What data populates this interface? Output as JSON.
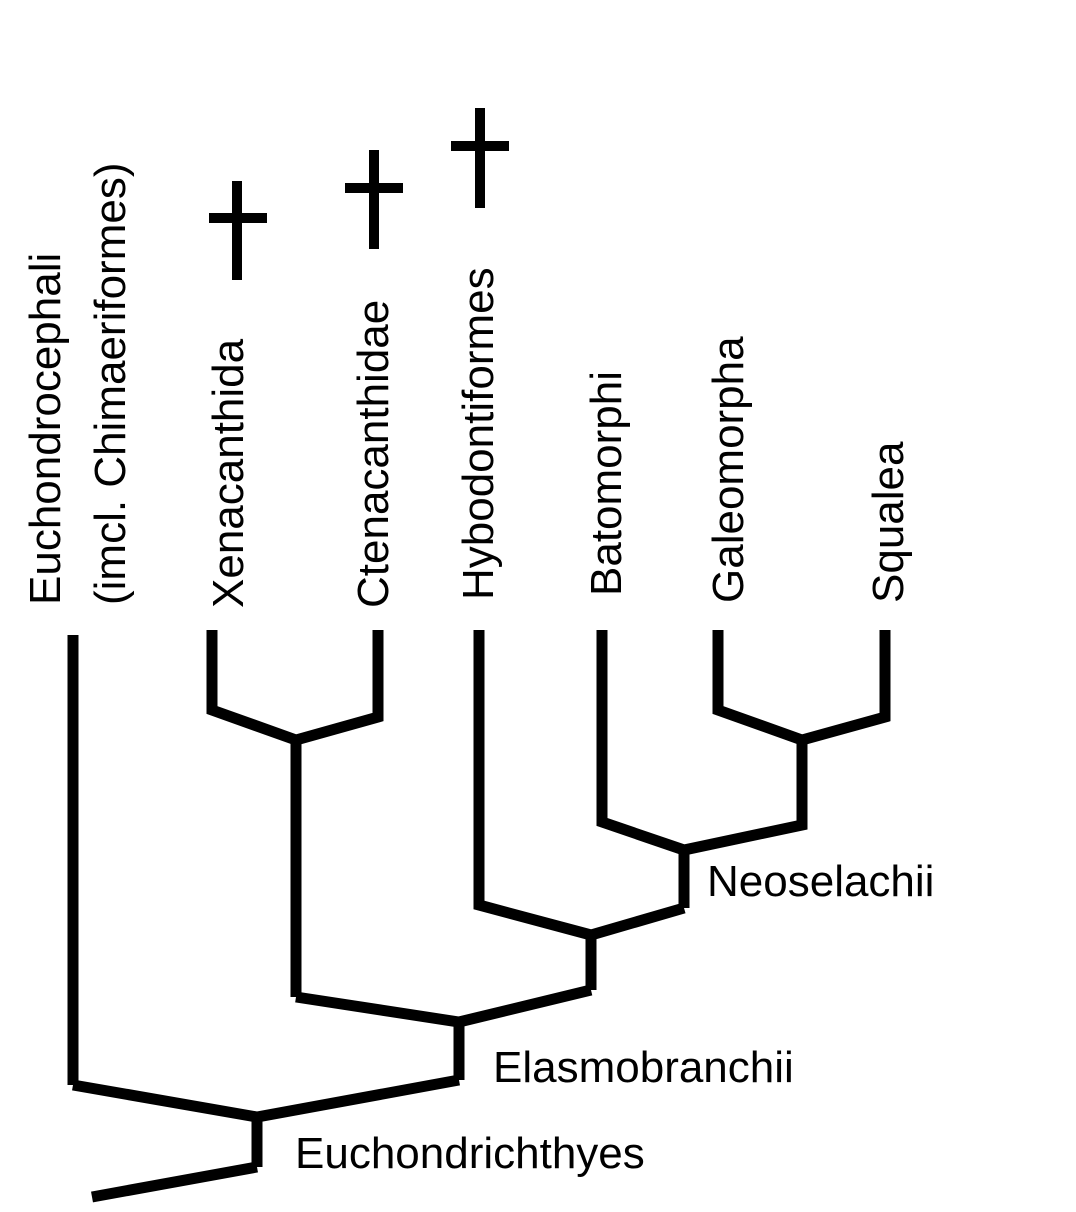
{
  "taxa": [
    {
      "line1": "Euchondrocephali",
      "line2": "(imcl. Chimaeriformes)",
      "extinct": false
    },
    {
      "line1": "Xenacanthida",
      "extinct": true
    },
    {
      "line1": "Ctenacanthidae",
      "extinct": true
    },
    {
      "line1": "Hybodontiformes",
      "extinct": true
    },
    {
      "line1": "Batomorphi",
      "extinct": false
    },
    {
      "line1": "Galeomorpha",
      "extinct": false
    },
    {
      "line1": "Squalea",
      "extinct": false
    }
  ],
  "clades": {
    "neoselachii": "Neoselachii",
    "elasmobranchii": "Elasmobranchii",
    "euchondrichthyes": "Euchondrichthyes"
  },
  "colors": {
    "line": "#000000",
    "background": "#ffffff"
  }
}
